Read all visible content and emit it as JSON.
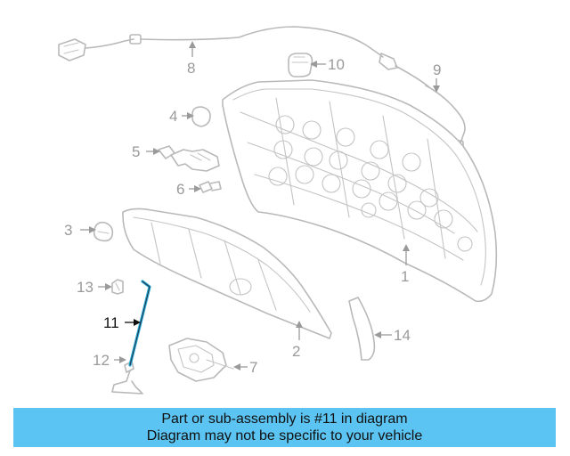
{
  "diagram": {
    "highlighted_part": "11",
    "colors": {
      "line": "#b9b9b9",
      "label": "#9a9a9a",
      "highlight": "#2aa9d6",
      "active_label": "#111111",
      "banner": "#5bc4f2"
    },
    "callouts": [
      {
        "id": "1",
        "text": "1"
      },
      {
        "id": "2",
        "text": "2"
      },
      {
        "id": "3",
        "text": "3"
      },
      {
        "id": "4",
        "text": "4"
      },
      {
        "id": "5",
        "text": "5"
      },
      {
        "id": "6",
        "text": "6"
      },
      {
        "id": "7",
        "text": "7"
      },
      {
        "id": "8",
        "text": "8"
      },
      {
        "id": "9",
        "text": "9"
      },
      {
        "id": "10",
        "text": "10"
      },
      {
        "id": "11",
        "text": "11"
      },
      {
        "id": "12",
        "text": "12"
      },
      {
        "id": "13",
        "text": "13"
      },
      {
        "id": "14",
        "text": "14"
      }
    ]
  },
  "banner": {
    "line1": "Part or sub-assembly is #11 in diagram",
    "line2": "Diagram may not be specific to your vehicle"
  }
}
